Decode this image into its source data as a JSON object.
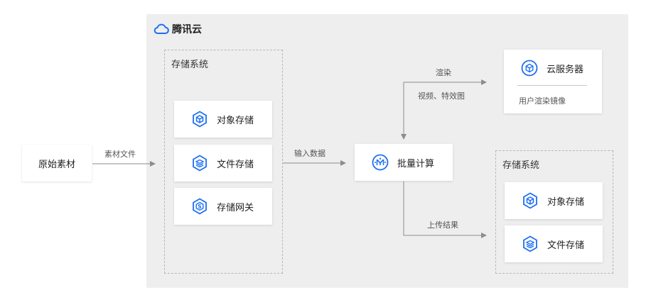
{
  "brand": {
    "name": "腾讯云",
    "icon": "tencent-cloud-logo-icon",
    "color": "#1d6ff3"
  },
  "source": {
    "label": "原始素材"
  },
  "edges": {
    "source_to_storage": "素材文件",
    "storage_to_compute": "输入数据",
    "render": "渲染",
    "render_sub": "视频、特效图",
    "upload": "上传结果"
  },
  "storage_left": {
    "title": "存储系统",
    "items": [
      {
        "label": "对象存储",
        "icon": "object-storage-icon"
      },
      {
        "label": "文件存储",
        "icon": "file-storage-icon"
      },
      {
        "label": "存储网关",
        "icon": "storage-gateway-icon"
      }
    ]
  },
  "compute": {
    "label": "批量计算",
    "icon": "batch-compute-icon"
  },
  "server": {
    "label": "云服务器",
    "sub": "用户渲染镜像",
    "icon": "cloud-server-icon"
  },
  "storage_right": {
    "title": "存储系统",
    "items": [
      {
        "label": "对象存储",
        "icon": "object-storage-icon"
      },
      {
        "label": "文件存储",
        "icon": "file-storage-icon"
      }
    ]
  },
  "colors": {
    "accent": "#1d6ff3",
    "region_bg": "#eeeeef",
    "line": "#8c8c8c"
  }
}
